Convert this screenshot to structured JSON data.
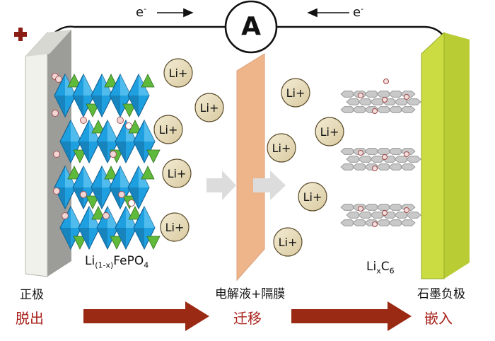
{
  "plus_sign": "+",
  "ammeter_symbol": "A",
  "electron_left": "e",
  "electron_right": "e",
  "electron_superscript": "-",
  "cathode": {
    "formula_main": "Li",
    "formula_sub": "(1-x)",
    "formula_rest": "FePO",
    "formula_sub2": "4",
    "label": "正极"
  },
  "anode": {
    "formula_main": "Li",
    "formula_sub": "x",
    "formula_rest": "C",
    "formula_sub2": "6",
    "label": "石墨负极"
  },
  "separator_label": "电解液+隔膜",
  "ion_label": "Li+",
  "process": [
    "脱出",
    "迁移",
    "嵌入"
  ],
  "colors": {
    "cathode_plate": "#eeeeea",
    "anode_plate": "#c6d73a",
    "separator": "#eeb58a",
    "ion": "#e6dab8",
    "octahedron": "#1e9fe0",
    "tetrahedron": "#5fba3c",
    "graphite": "#c9c9c9",
    "process_arrow": "#9a2a14",
    "process_text": "#a8201a",
    "wire": "#111111"
  }
}
